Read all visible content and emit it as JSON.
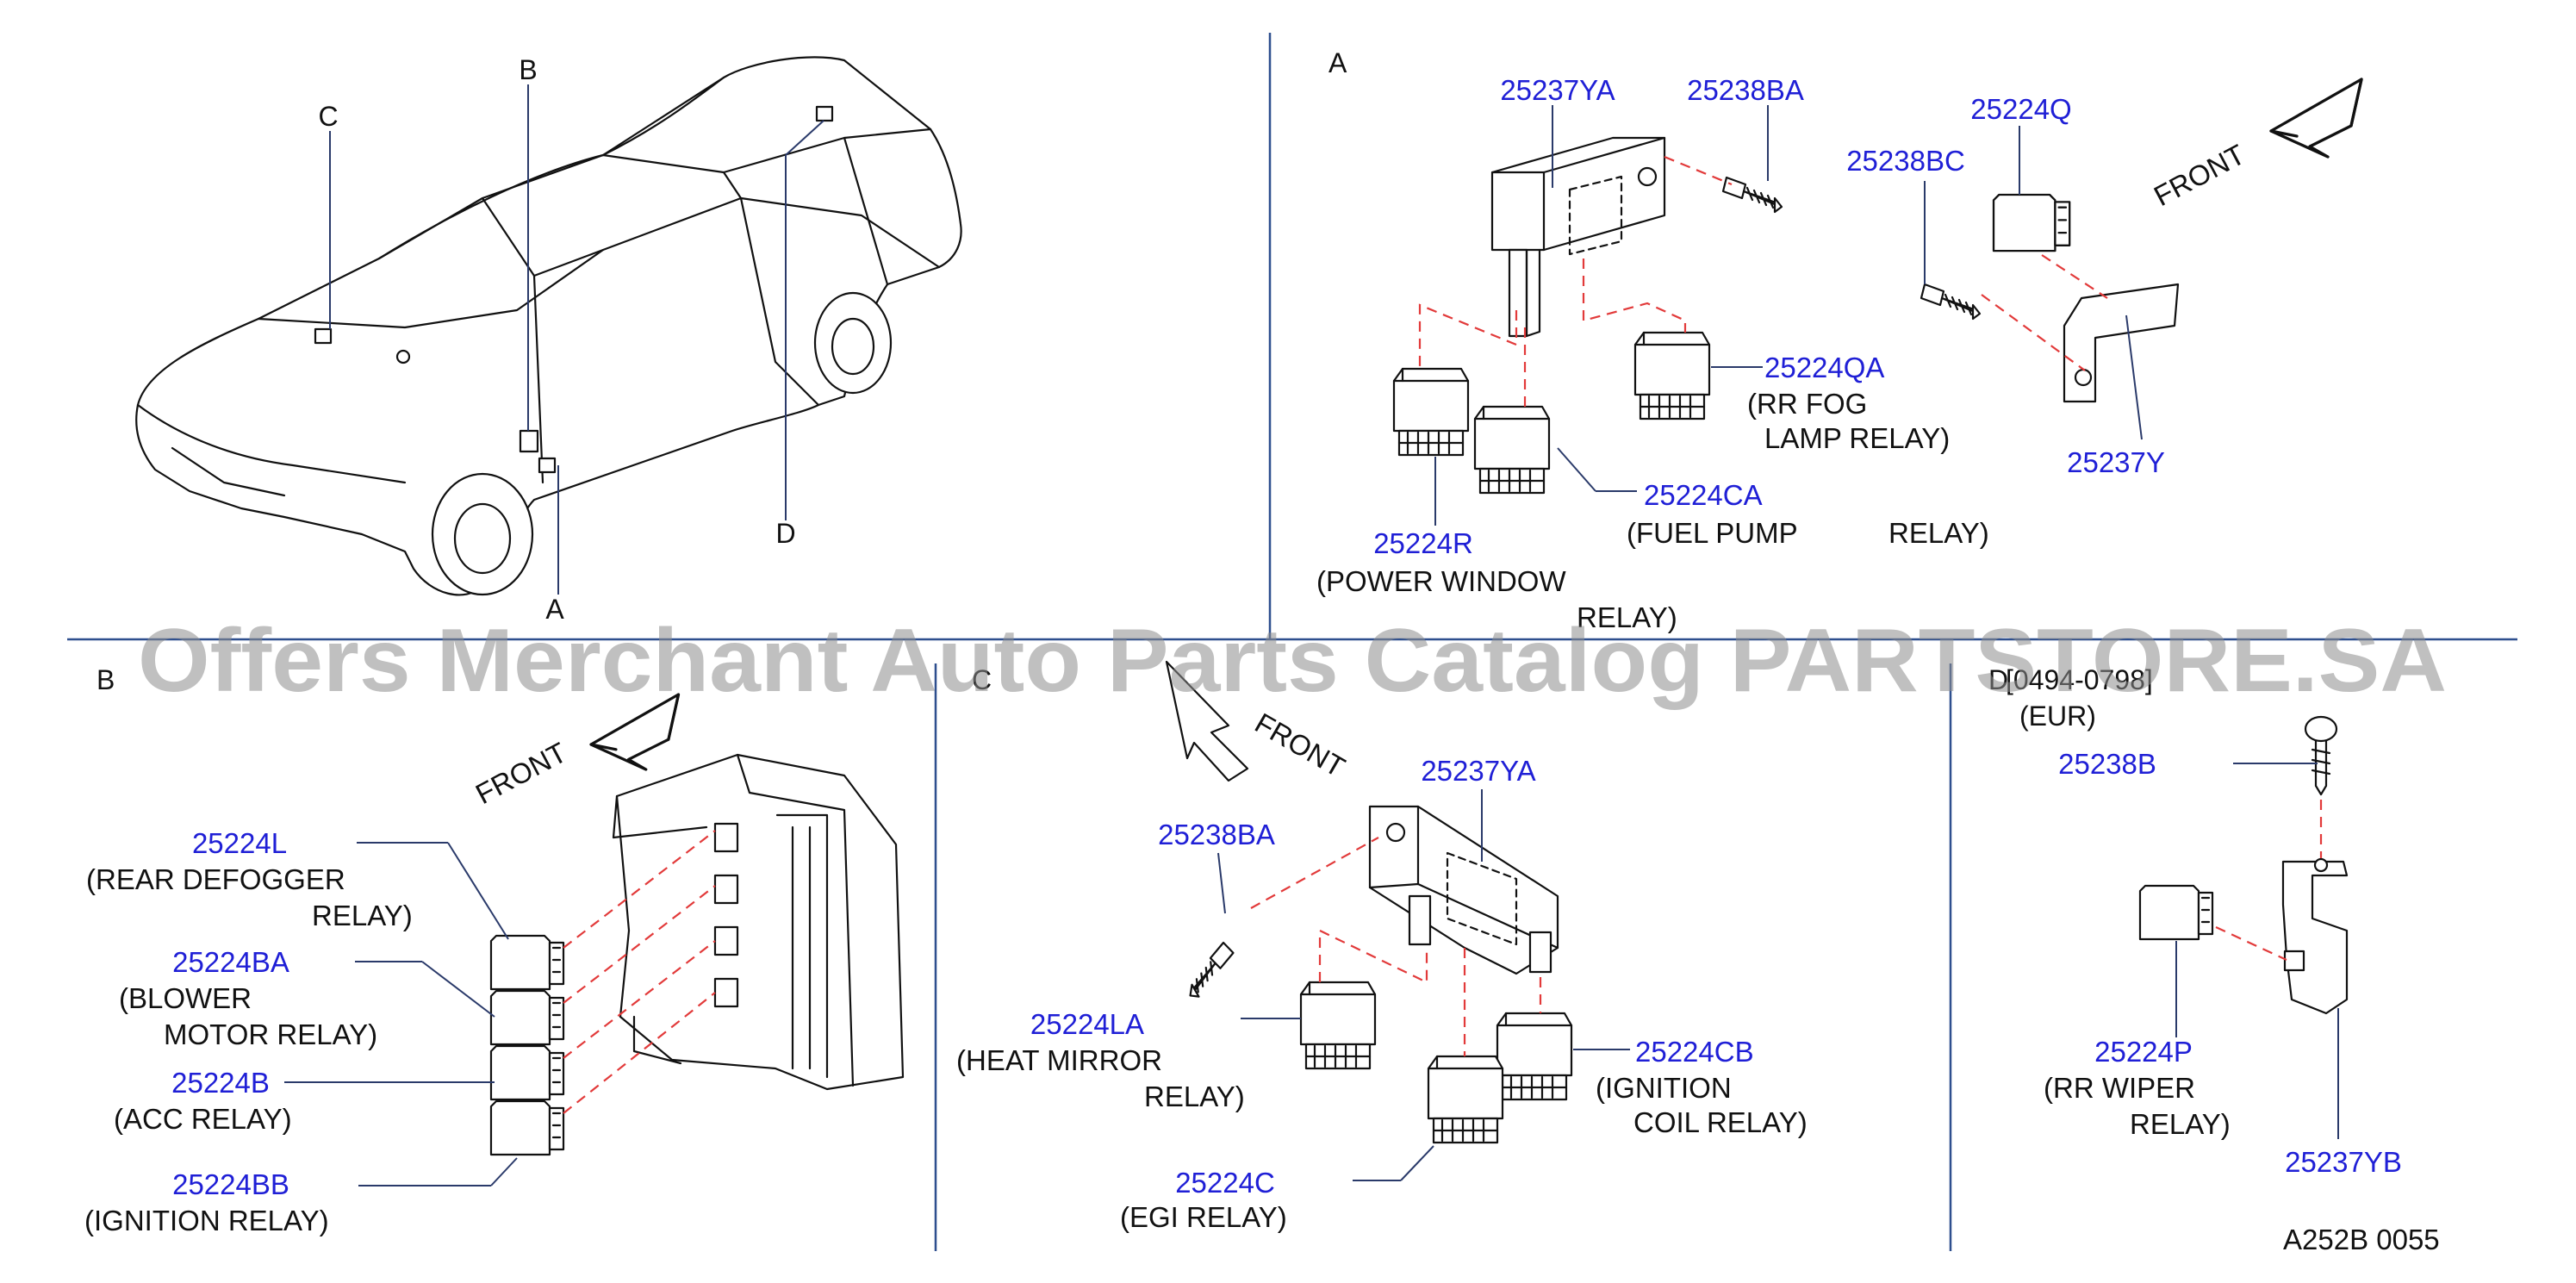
{
  "watermark": "Offers Merchant Auto Parts Catalog PARTSTORE.SA",
  "diagram_code": "A252B  0055",
  "overview": {
    "callouts": {
      "a": "A",
      "b": "B",
      "c": "C",
      "d": "D"
    }
  },
  "section_a": {
    "letter": "A",
    "front": "FRONT",
    "parts": [
      {
        "number": "25237YA",
        "desc": ""
      },
      {
        "number": "25238BA",
        "desc": ""
      },
      {
        "number": "25238BC",
        "desc": ""
      },
      {
        "number": "25224Q",
        "desc": ""
      },
      {
        "number": "25224QA",
        "desc1": "(RR  FOG",
        "desc2": "LAMP  RELAY)"
      },
      {
        "number": "25224CA",
        "desc1": "(FUEL  PUMP",
        "desc2": "RELAY)"
      },
      {
        "number": "25224R",
        "desc1": "(POWER    WINDOW",
        "desc2": "RELAY)"
      },
      {
        "number": "25237Y",
        "desc": ""
      }
    ]
  },
  "section_b": {
    "letter": "B",
    "front": "FRONT",
    "parts": [
      {
        "number": "25224L",
        "desc1": "(REAR  DEFOGGER",
        "desc2": "RELAY)"
      },
      {
        "number": "25224BA",
        "desc1": "(BLOWER",
        "desc2": "MOTOR  RELAY)"
      },
      {
        "number": "25224B",
        "desc1": "(ACC  RELAY)"
      },
      {
        "number": "25224BB",
        "desc1": "(IGNITION  RELAY)"
      }
    ]
  },
  "section_c": {
    "letter": "C",
    "front": "FRONT",
    "parts": [
      {
        "number": "25237YA"
      },
      {
        "number": "25238BA"
      },
      {
        "number": "25224LA",
        "desc1": "(HEAT  MIRROR",
        "desc2": "RELAY)"
      },
      {
        "number": "25224CB",
        "desc1": "(IGNITION",
        "desc2": "COIL  RELAY)"
      },
      {
        "number": "25224C",
        "desc1": "(EGI  RELAY)"
      }
    ]
  },
  "section_d": {
    "letter": "D",
    "date_range": "[0494-0798]",
    "region": "(EUR)",
    "parts": [
      {
        "number": "25238B"
      },
      {
        "number": "25224P",
        "desc1": "(RR  WIPER",
        "desc2": "RELAY)"
      },
      {
        "number": "25237YB"
      }
    ]
  }
}
